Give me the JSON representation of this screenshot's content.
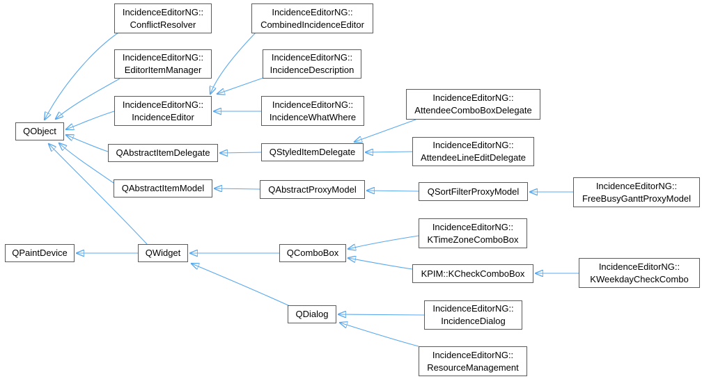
{
  "diagram": {
    "kind": "class-inheritance-graph",
    "colors": {
      "background": "#ffffff",
      "edge": "#58a8ee",
      "node_border": "#595959",
      "node_fill": "#ffffff",
      "text": "#000000"
    },
    "nodes": {
      "conflict_resolver": {
        "label": "IncidenceEditorNG::\nConflictResolver"
      },
      "combined_incidence_editor": {
        "label": "IncidenceEditorNG::\nCombinedIncidenceEditor"
      },
      "editor_item_manager": {
        "label": "IncidenceEditorNG::\nEditorItemManager"
      },
      "incidence_description": {
        "label": "IncidenceEditorNG::\nIncidenceDescription"
      },
      "incidence_editor": {
        "label": "IncidenceEditorNG::\nIncidenceEditor"
      },
      "incidence_what_where": {
        "label": "IncidenceEditorNG::\nIncidenceWhatWhere"
      },
      "attendee_combo_box_delegate": {
        "label": "IncidenceEditorNG::\nAttendeeComboBoxDelegate"
      },
      "qobject": {
        "label": "QObject"
      },
      "qabstract_item_delegate": {
        "label": "QAbstractItemDelegate"
      },
      "qstyled_item_delegate": {
        "label": "QStyledItemDelegate"
      },
      "attendee_line_edit_delegate": {
        "label": "IncidenceEditorNG::\nAttendeeLineEditDelegate"
      },
      "qabstract_item_model": {
        "label": "QAbstractItemModel"
      },
      "qabstract_proxy_model": {
        "label": "QAbstractProxyModel"
      },
      "qsort_filter_proxy_model": {
        "label": "QSortFilterProxyModel"
      },
      "free_busy_gantt_proxy_model": {
        "label": "IncidenceEditorNG::\nFreeBusyGanttProxyModel"
      },
      "qpaint_device": {
        "label": "QPaintDevice"
      },
      "qwidget": {
        "label": "QWidget"
      },
      "qcombo_box": {
        "label": "QComboBox"
      },
      "ktime_zone_combo_box": {
        "label": "IncidenceEditorNG::\nKTimeZoneComboBox"
      },
      "kcheck_combo_box": {
        "label": "KPIM::KCheckComboBox"
      },
      "kweekday_check_combo": {
        "label": "IncidenceEditorNG::\nKWeekdayCheckCombo"
      },
      "qdialog": {
        "label": "QDialog"
      },
      "incidence_dialog": {
        "label": "IncidenceEditorNG::\nIncidenceDialog"
      },
      "resource_management": {
        "label": "IncidenceEditorNG::\nResourceManagement"
      }
    },
    "edges": [
      {
        "derived": "conflict_resolver",
        "base": "qobject"
      },
      {
        "derived": "editor_item_manager",
        "base": "qobject"
      },
      {
        "derived": "incidence_editor",
        "base": "qobject"
      },
      {
        "derived": "qabstract_item_delegate",
        "base": "qobject"
      },
      {
        "derived": "qabstract_item_model",
        "base": "qobject"
      },
      {
        "derived": "qwidget",
        "base": "qobject"
      },
      {
        "derived": "combined_incidence_editor",
        "base": "incidence_editor"
      },
      {
        "derived": "incidence_description",
        "base": "incidence_editor"
      },
      {
        "derived": "incidence_what_where",
        "base": "incidence_editor"
      },
      {
        "derived": "qstyled_item_delegate",
        "base": "qabstract_item_delegate"
      },
      {
        "derived": "attendee_combo_box_delegate",
        "base": "qstyled_item_delegate"
      },
      {
        "derived": "attendee_line_edit_delegate",
        "base": "qstyled_item_delegate"
      },
      {
        "derived": "qabstract_proxy_model",
        "base": "qabstract_item_model"
      },
      {
        "derived": "qsort_filter_proxy_model",
        "base": "qabstract_proxy_model"
      },
      {
        "derived": "free_busy_gantt_proxy_model",
        "base": "qsort_filter_proxy_model"
      },
      {
        "derived": "qwidget",
        "base": "qpaint_device"
      },
      {
        "derived": "qcombo_box",
        "base": "qwidget"
      },
      {
        "derived": "qdialog",
        "base": "qwidget"
      },
      {
        "derived": "ktime_zone_combo_box",
        "base": "qcombo_box"
      },
      {
        "derived": "kcheck_combo_box",
        "base": "qcombo_box"
      },
      {
        "derived": "kweekday_check_combo",
        "base": "kcheck_combo_box"
      },
      {
        "derived": "incidence_dialog",
        "base": "qdialog"
      },
      {
        "derived": "resource_management",
        "base": "qdialog"
      }
    ]
  }
}
